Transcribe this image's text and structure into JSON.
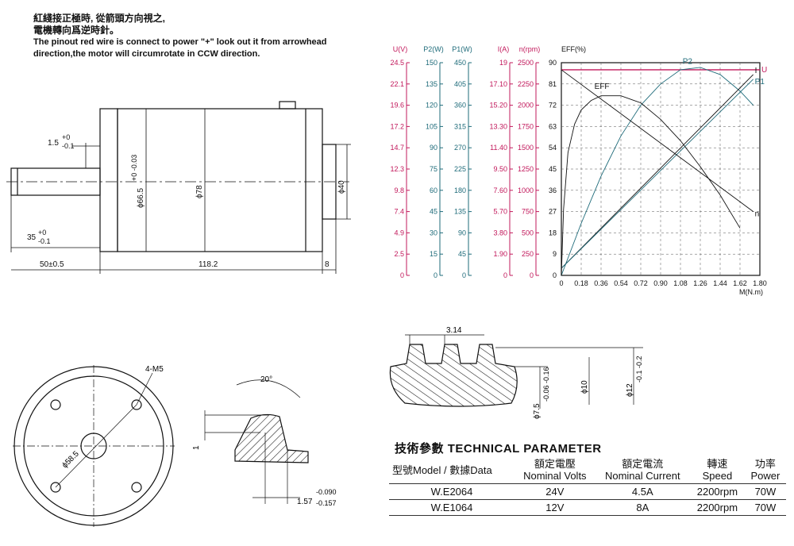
{
  "note": {
    "zh_line1": "紅綫接正極時, 從箭頭方向視之,",
    "zh_line2": "電機轉向爲逆時針。",
    "en_line1": "The pinout red wire is connect to power \"+\" look out it from arrowhead",
    "en_line2": "direction,the motor will circumrotate in CCW direction."
  },
  "side_view": {
    "dim_15": "1.5",
    "dim_15_tol_plus": "+0",
    "dim_15_tol_minus": "-0.1",
    "dim_35": "35",
    "dim_35_tol_plus": "+0",
    "dim_35_tol_minus": "-0.1",
    "dim_50": "50±0.5",
    "dim_1182": "118.2",
    "dim_8": "8",
    "dia_665": "ϕ66.5",
    "dia_665_tol": "+0 -0.03",
    "dia_78": "ϕ78",
    "dia_40": "ϕ40"
  },
  "front_view": {
    "label_4m5": "4-M5",
    "dia_585": "ϕ58.5"
  },
  "key_detail": {
    "angle": "20°",
    "dim_1": "1",
    "dim_157": "1.57",
    "tol_plus": "-0.090",
    "tol_minus": "-0.157"
  },
  "gear_detail": {
    "pitch": "3.14",
    "dia_75": "ϕ7.5",
    "dia_75_tol": "-0.06 -0.16",
    "dia_10": "ϕ10",
    "dia_12": "ϕ12",
    "dia_12_tol": "-0.1 -0.2"
  },
  "chart_data": {
    "type": "line",
    "xlabel": "M(N.m)",
    "x_ticks": [
      "0",
      "0.18",
      "0.36",
      "0.54",
      "0.72",
      "0.90",
      "1.08",
      "1.26",
      "1.44",
      "1.62",
      "1.80"
    ],
    "xlim": [
      0,
      1.8
    ],
    "grid": true,
    "scales": [
      {
        "name": "U(V)",
        "color": "#c2185b",
        "ticks": [
          "0",
          "2.5",
          "4.9",
          "7.4",
          "9.8",
          "12.3",
          "14.7",
          "17.2",
          "19.6",
          "22.1",
          "24.5"
        ]
      },
      {
        "name": "P2(W)",
        "color": "#1e6b7a",
        "ticks": [
          "0",
          "15",
          "30",
          "45",
          "60",
          "75",
          "90",
          "105",
          "120",
          "135",
          "150"
        ]
      },
      {
        "name": "P1(W)",
        "color": "#1e6b7a",
        "ticks": [
          "0",
          "45",
          "90",
          "135",
          "180",
          "225",
          "270",
          "315",
          "360",
          "405",
          "450"
        ]
      },
      {
        "name": "I(A)",
        "color": "#c2185b",
        "ticks": [
          "0",
          "1.90",
          "3.80",
          "5.70",
          "7.60",
          "9.50",
          "11.40",
          "13.30",
          "15.20",
          "17.10",
          "19"
        ]
      },
      {
        "name": "n(rpm)",
        "color": "#c2185b",
        "ticks": [
          "0",
          "250",
          "500",
          "750",
          "1000",
          "1250",
          "1500",
          "1750",
          "2000",
          "2250",
          "2500"
        ]
      },
      {
        "name": "EFF(%)",
        "color": "#111111",
        "ticks": [
          "0",
          "9",
          "18",
          "27",
          "36",
          "45",
          "54",
          "63",
          "72",
          "81",
          "90"
        ]
      }
    ],
    "series": [
      {
        "name": "U",
        "color": "#c2185b",
        "x": [
          0,
          1.8
        ],
        "y": [
          87,
          87
        ]
      },
      {
        "name": "P2",
        "color": "#1e6b7a",
        "x": [
          0,
          0.18,
          0.36,
          0.54,
          0.72,
          0.9,
          1.08,
          1.26,
          1.44,
          1.62,
          1.74
        ],
        "y": [
          0,
          22,
          42,
          59,
          72,
          81,
          87,
          88,
          85,
          78,
          72
        ]
      },
      {
        "name": "I",
        "color": "#111111",
        "x": [
          0,
          1.74
        ],
        "y": [
          3,
          85
        ]
      },
      {
        "name": "P1",
        "color": "#1e6b7a",
        "x": [
          0,
          1.74
        ],
        "y": [
          3,
          83
        ]
      },
      {
        "name": "EFF",
        "color": "#111111",
        "x": [
          0,
          0.02,
          0.06,
          0.12,
          0.18,
          0.27,
          0.36,
          0.54,
          0.72,
          0.9,
          1.08,
          1.26,
          1.44,
          1.62
        ],
        "y": [
          0,
          28,
          52,
          64,
          70,
          74,
          76,
          76,
          73,
          66,
          57,
          46,
          34,
          20
        ]
      },
      {
        "name": "n",
        "color": "#111111",
        "x": [
          0,
          1.74
        ],
        "y": [
          87,
          27
        ]
      }
    ]
  },
  "tech": {
    "title_zh": "技術參數",
    "title_en": "TECHNICAL PARAMETER",
    "headers": [
      {
        "zh": "型號Model / 數據Data",
        "en": ""
      },
      {
        "zh": "額定電壓",
        "en": "Nominal Volts"
      },
      {
        "zh": "額定電流",
        "en": "Nominal Current"
      },
      {
        "zh": "轉速",
        "en": "Speed"
      },
      {
        "zh": "功率",
        "en": "Power"
      }
    ],
    "rows": [
      [
        "W.E2064",
        "24V",
        "4.5A",
        "2200rpm",
        "70W"
      ],
      [
        "W.E1064",
        "12V",
        "8A",
        "2200rpm",
        "70W"
      ]
    ]
  }
}
